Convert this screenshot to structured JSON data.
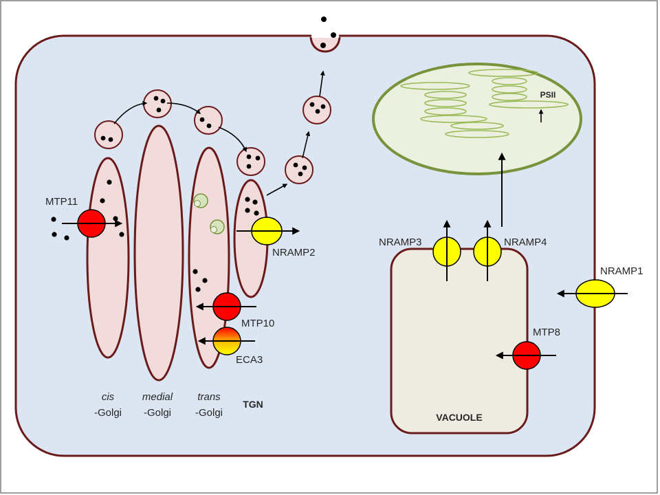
{
  "labels": {
    "mtp11": "MTP11",
    "nramp2": "NRAMP2",
    "mtp10": "MTP10",
    "eca3": "ECA3",
    "nramp3": "NRAMP3",
    "nramp4": "NRAMP4",
    "nramp1": "NRAMP1",
    "mtp8": "MTP8",
    "psii": "PSII",
    "vacuole": "VACUOLE",
    "cis_italic": "cis",
    "cis_sub": "-Golgi",
    "medial_italic": "medial",
    "medial_sub": "-Golgi",
    "trans_italic": "trans",
    "trans_sub": "-Golgi",
    "tgn": "TGN"
  },
  "colors": {
    "cell_fill": "#dce6f2",
    "cell_stroke": "#6b1a1a",
    "golgi_fill": "#f2dcdb",
    "vacuole_fill": "#eeece1",
    "chloroplast_fill": "#ebf1de",
    "chloroplast_stroke": "#77933c",
    "transporter_red": "#ff0000",
    "transporter_yellow": "#ffff00"
  }
}
